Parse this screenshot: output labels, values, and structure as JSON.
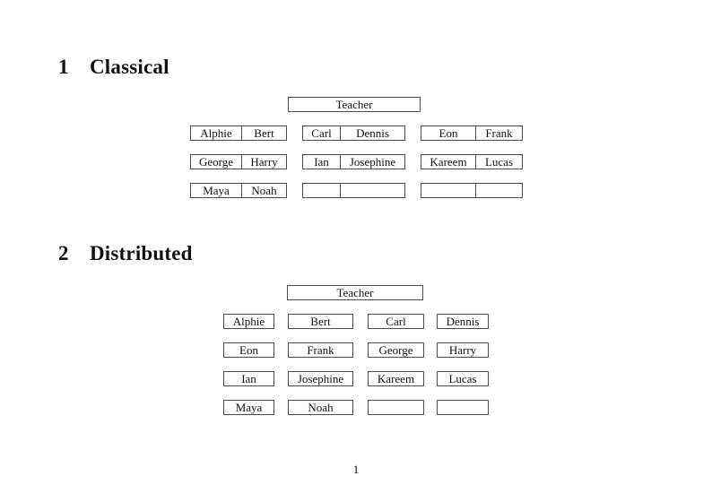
{
  "page": {
    "background": "#ffffff",
    "text_color": "#111111",
    "border_color": "#4d4d4d",
    "page_number": "1"
  },
  "sections": {
    "classical": {
      "number": "1",
      "title": "Classical",
      "teacher_label": "Teacher",
      "rows": [
        {
          "desks": [
            {
              "seats": [
                "Alphie",
                "Bert"
              ]
            },
            {
              "seats": [
                "Carl",
                "Dennis"
              ]
            },
            {
              "seats": [
                "Eon",
                "Frank"
              ]
            }
          ]
        },
        {
          "desks": [
            {
              "seats": [
                "George",
                "Harry"
              ]
            },
            {
              "seats": [
                "Ian",
                "Josephine"
              ]
            },
            {
              "seats": [
                "Kareem",
                "Lucas"
              ]
            }
          ]
        },
        {
          "desks": [
            {
              "seats": [
                "Maya",
                "Noah"
              ]
            },
            {
              "seats": [
                "",
                ""
              ]
            },
            {
              "seats": [
                "",
                ""
              ]
            }
          ]
        }
      ]
    },
    "distributed": {
      "number": "2",
      "title": "Distributed",
      "teacher_label": "Teacher",
      "rows": [
        {
          "desks": [
            "Alphie",
            "Bert",
            "Carl",
            "Dennis"
          ]
        },
        {
          "desks": [
            "Eon",
            "Frank",
            "George",
            "Harry"
          ]
        },
        {
          "desks": [
            "Ian",
            "Josephine",
            "Kareem",
            "Lucas"
          ]
        },
        {
          "desks": [
            "Maya",
            "Noah",
            "",
            ""
          ]
        }
      ]
    }
  }
}
